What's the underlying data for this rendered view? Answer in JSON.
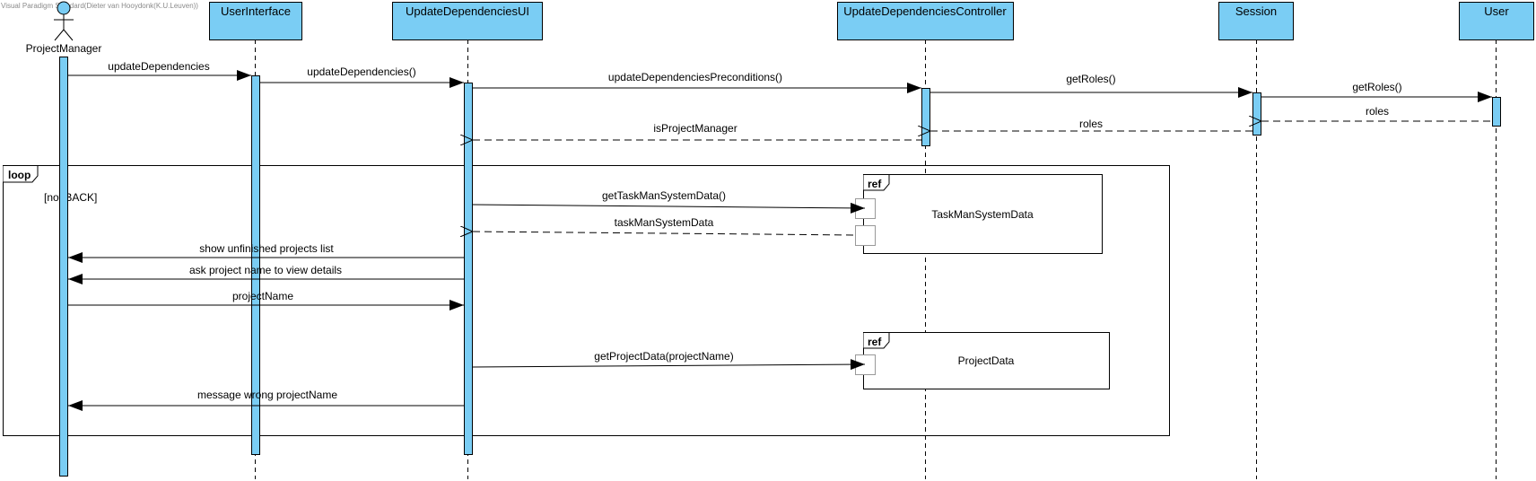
{
  "watermark": "Visual Paradigm Standard(Dieter van Hooydonk(K.U.Leuven))",
  "colors": {
    "lifeline_fill": "#7acdf4",
    "activation_fill": "#7acdf4",
    "stroke": "#000000",
    "frame_stroke": "#000000"
  },
  "actor": {
    "name": "ProjectManager",
    "icon": "stick-figure-icon"
  },
  "lifelines": [
    {
      "id": "ui",
      "name": "UserInterface"
    },
    {
      "id": "udui",
      "name": "UpdateDependenciesUI"
    },
    {
      "id": "udc",
      "name": "UpdateDependenciesController"
    },
    {
      "id": "session",
      "name": "Session"
    },
    {
      "id": "user",
      "name": "User"
    }
  ],
  "messages": [
    {
      "label": "updateDependencies",
      "from": "pm",
      "to": "ui",
      "kind": "sync"
    },
    {
      "label": "updateDependencies()",
      "from": "ui",
      "to": "udui",
      "kind": "sync"
    },
    {
      "label": "updateDependenciesPreconditions()",
      "from": "udui",
      "to": "udc",
      "kind": "sync"
    },
    {
      "label": "getRoles()",
      "from": "udc",
      "to": "session",
      "kind": "sync"
    },
    {
      "label": "getRoles()",
      "from": "session",
      "to": "user",
      "kind": "sync"
    },
    {
      "label": "roles",
      "from": "user",
      "to": "session",
      "kind": "return"
    },
    {
      "label": "roles",
      "from": "session",
      "to": "udc",
      "kind": "return"
    },
    {
      "label": "isProjectManager",
      "from": "udc",
      "to": "udui",
      "kind": "return"
    },
    {
      "label": "getTaskManSystemData()",
      "from": "udui",
      "to": "ref1",
      "kind": "sync"
    },
    {
      "label": "taskManSystemData",
      "from": "ref1",
      "to": "udui",
      "kind": "return"
    },
    {
      "label": "show unfinished projects list",
      "from": "udui",
      "to": "pm",
      "kind": "sync"
    },
    {
      "label": "ask project name to view details",
      "from": "udui",
      "to": "pm",
      "kind": "sync"
    },
    {
      "label": "projectName",
      "from": "pm",
      "to": "udui",
      "kind": "sync"
    },
    {
      "label": "getProjectData(projectName)",
      "from": "udui",
      "to": "ref2",
      "kind": "sync"
    },
    {
      "label": "message wrong projectName",
      "from": "udui",
      "to": "pm",
      "kind": "sync"
    }
  ],
  "loop": {
    "keyword": "loop",
    "guard": "[not BACK]"
  },
  "refs": [
    {
      "keyword": "ref",
      "name": "TaskManSystemData"
    },
    {
      "keyword": "ref",
      "name": "ProjectData"
    }
  ]
}
